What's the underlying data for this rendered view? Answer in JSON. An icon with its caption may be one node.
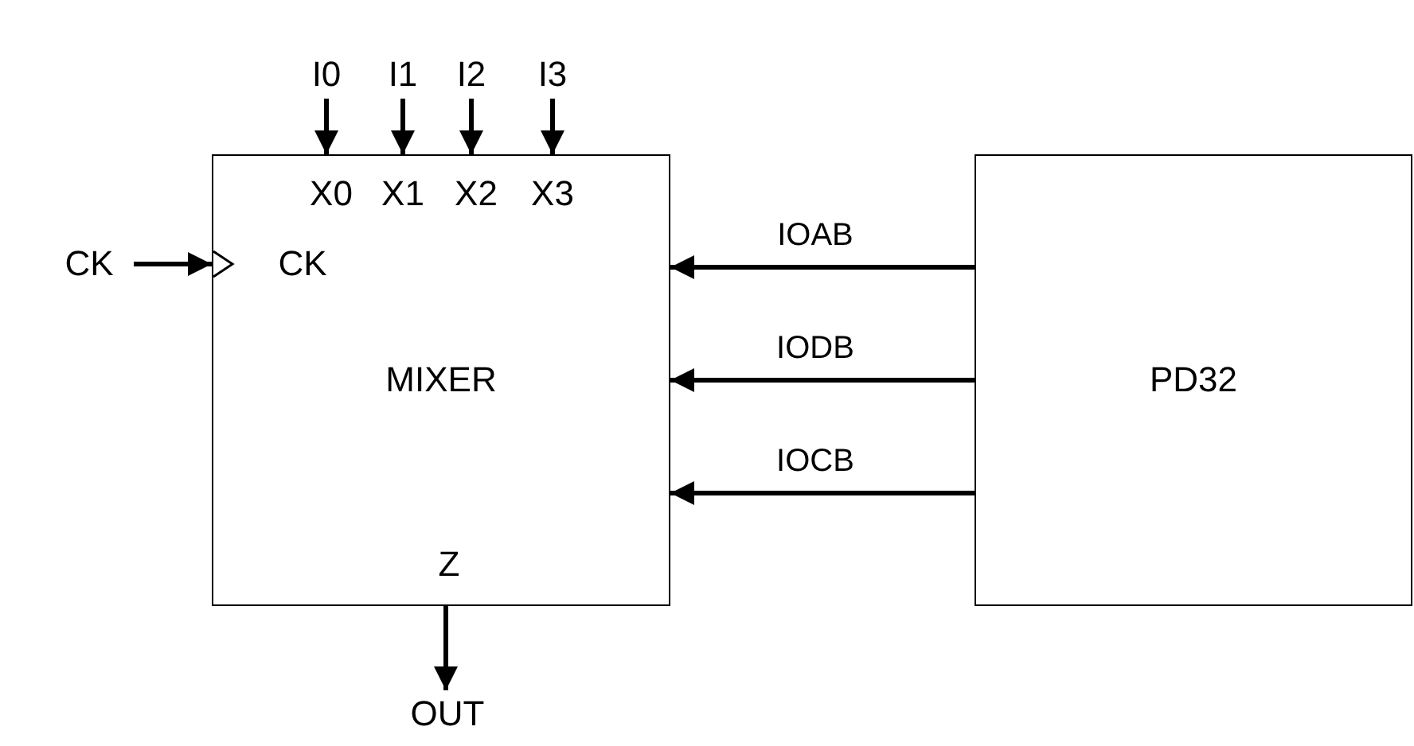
{
  "diagram": {
    "nodes": [
      {
        "text": [
          "MIXER"
        ]
      },
      {
        "text": [
          "PD32"
        ]
      },
      {
        "text": [
          "I0"
        ]
      },
      {
        "text": [
          "I1"
        ]
      },
      {
        "text": [
          "I2"
        ]
      },
      {
        "text": [
          "I3"
        ]
      },
      {
        "text": [
          "CK"
        ]
      },
      {
        "text": [
          "OUT"
        ]
      }
    ],
    "edges": [
      {
        "from": 2,
        "to": 0,
        "arrow": "to"
      },
      {
        "from": 3,
        "to": 0,
        "arrow": "to"
      },
      {
        "from": 4,
        "to": 0,
        "arrow": "to"
      },
      {
        "from": 5,
        "to": 0,
        "arrow": "to"
      },
      {
        "from": 6,
        "to": 0,
        "arrow": "to"
      },
      {
        "from": 1,
        "to": 0,
        "arrow": "to",
        "label": "IOAB"
      },
      {
        "from": 1,
        "to": 0,
        "arrow": "to",
        "label": "IODB"
      },
      {
        "from": 1,
        "to": 0,
        "arrow": "to",
        "label": "IOCB"
      },
      {
        "from": 0,
        "to": 7,
        "arrow": "to"
      }
    ],
    "labels": [
      "X0",
      "X1",
      "X2",
      "X3",
      "CK",
      "Z"
    ]
  }
}
